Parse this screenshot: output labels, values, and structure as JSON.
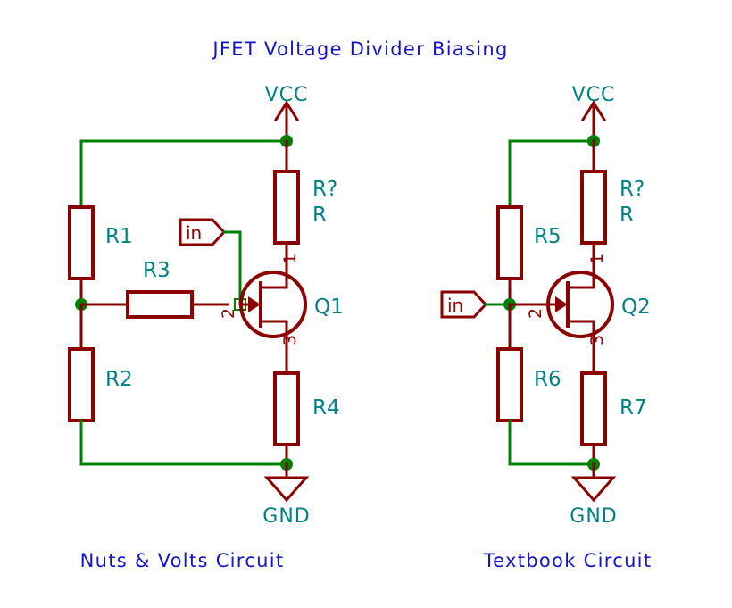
{
  "title": "JFET Voltage Divider Biasing",
  "colors": {
    "title": "#1313C8",
    "caption": "#1313C8",
    "wire": "#008000",
    "component": "#8B0000",
    "reference_label": "#008080",
    "junction": "#008000",
    "background": "#FFFFFF"
  },
  "circuits": [
    {
      "id": "left",
      "caption": "Nuts & Volts Circuit",
      "power_label": "VCC",
      "ground_label": "GND",
      "input_port_label": "in",
      "transistor": {
        "reference": "Q1",
        "type": "n-channel-jfet",
        "pins": {
          "drain": "1",
          "gate": "2",
          "source": "3"
        }
      },
      "components": [
        {
          "reference": "R1",
          "role": "divider-top",
          "orientation": "vertical"
        },
        {
          "reference": "R2",
          "role": "divider-bottom",
          "orientation": "vertical"
        },
        {
          "reference": "R3",
          "role": "gate-series",
          "orientation": "horizontal"
        },
        {
          "reference": "R?",
          "value": "R",
          "role": "drain",
          "orientation": "vertical"
        },
        {
          "reference": "R4",
          "role": "source",
          "orientation": "vertical"
        }
      ]
    },
    {
      "id": "right",
      "caption": "Textbook Circuit",
      "power_label": "VCC",
      "ground_label": "GND",
      "input_port_label": "in",
      "transistor": {
        "reference": "Q2",
        "type": "n-channel-jfet",
        "pins": {
          "drain": "1",
          "gate": "2",
          "source": "3"
        }
      },
      "components": [
        {
          "reference": "R5",
          "role": "divider-top",
          "orientation": "vertical"
        },
        {
          "reference": "R6",
          "role": "divider-bottom",
          "orientation": "vertical"
        },
        {
          "reference": "R?",
          "value": "R",
          "role": "drain",
          "orientation": "vertical"
        },
        {
          "reference": "R7",
          "role": "source",
          "orientation": "vertical"
        }
      ]
    }
  ]
}
